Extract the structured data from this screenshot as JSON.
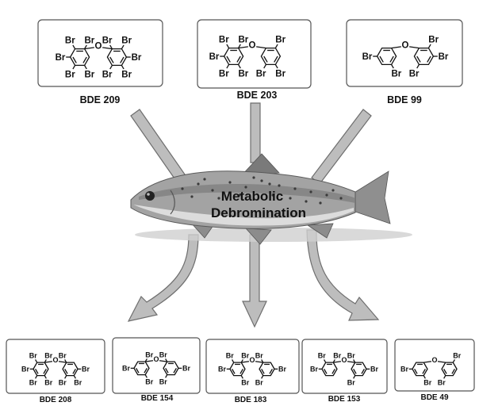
{
  "center": {
    "line1": "Metabolic",
    "line2": "Debromination"
  },
  "atoms": {
    "bromine": "Br",
    "oxygen": "O"
  },
  "top_compounds": [
    {
      "label": "BDE 209"
    },
    {
      "label": "BDE 203"
    },
    {
      "label": "BDE 99"
    }
  ],
  "bottom_compounds": [
    {
      "label": "BDE 208"
    },
    {
      "label": "BDE 154"
    },
    {
      "label": "BDE 183"
    },
    {
      "label": "BDE 153"
    },
    {
      "label": "BDE 49"
    }
  ],
  "colors": {
    "arrow_fill": "#bdbdbd",
    "arrow_stroke": "#6e6e6e",
    "box_stroke": "#555555"
  },
  "icons": [
    "fish-image",
    "arrow-icon",
    "molecule-structure"
  ]
}
